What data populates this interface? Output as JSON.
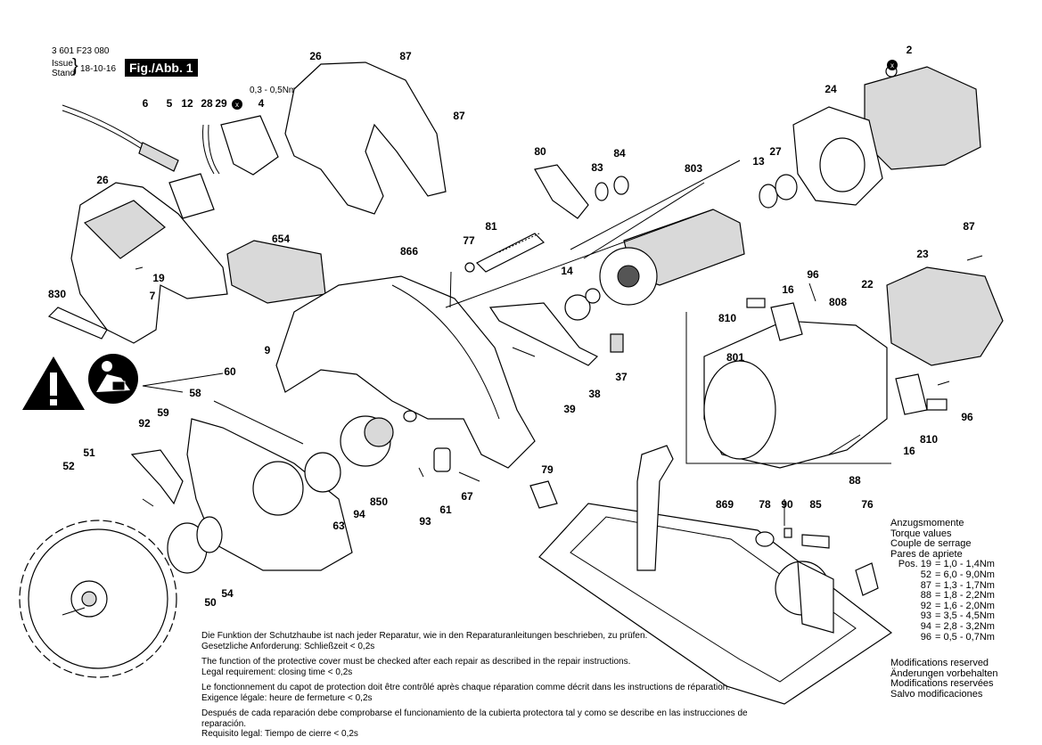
{
  "header": {
    "part_number": "3 601 F23 080",
    "issue_label": "Issue",
    "stand_label": "Stand",
    "issue_date": "18-10-16",
    "figure_label": "Fig./Abb. 1",
    "torque_small": "0,3 - 0,5Nm"
  },
  "labels": [
    {
      "id": "l2",
      "text": "2"
    },
    {
      "id": "l87a",
      "text": "87"
    },
    {
      "id": "l26a",
      "text": "26"
    },
    {
      "id": "l6",
      "text": "6"
    },
    {
      "id": "l5",
      "text": "5"
    },
    {
      "id": "l12",
      "text": "12"
    },
    {
      "id": "l28",
      "text": "28"
    },
    {
      "id": "l29",
      "text": "29"
    },
    {
      "id": "l4",
      "text": "4"
    },
    {
      "id": "l87b",
      "text": "87"
    },
    {
      "id": "l24",
      "text": "24"
    },
    {
      "id": "l80",
      "text": "80"
    },
    {
      "id": "l84",
      "text": "84"
    },
    {
      "id": "l83",
      "text": "83"
    },
    {
      "id": "l803",
      "text": "803"
    },
    {
      "id": "l13",
      "text": "13"
    },
    {
      "id": "l27",
      "text": "27"
    },
    {
      "id": "l26b",
      "text": "26"
    },
    {
      "id": "l654",
      "text": "654"
    },
    {
      "id": "l866",
      "text": "866"
    },
    {
      "id": "l81",
      "text": "81"
    },
    {
      "id": "l77",
      "text": "77"
    },
    {
      "id": "l87c",
      "text": "87"
    },
    {
      "id": "l19",
      "text": "19"
    },
    {
      "id": "l7",
      "text": "7"
    },
    {
      "id": "l830",
      "text": "830"
    },
    {
      "id": "l14",
      "text": "14"
    },
    {
      "id": "l23",
      "text": "23"
    },
    {
      "id": "l96a",
      "text": "96"
    },
    {
      "id": "l22",
      "text": "22"
    },
    {
      "id": "l16a",
      "text": "16"
    },
    {
      "id": "l808",
      "text": "808"
    },
    {
      "id": "l810a",
      "text": "810"
    },
    {
      "id": "l9",
      "text": "9"
    },
    {
      "id": "l60",
      "text": "60"
    },
    {
      "id": "l58",
      "text": "58"
    },
    {
      "id": "l801",
      "text": "801"
    },
    {
      "id": "l37",
      "text": "37"
    },
    {
      "id": "l38",
      "text": "38"
    },
    {
      "id": "l39",
      "text": "39"
    },
    {
      "id": "l92",
      "text": "92"
    },
    {
      "id": "l59",
      "text": "59"
    },
    {
      "id": "l96b",
      "text": "96"
    },
    {
      "id": "l810b",
      "text": "810"
    },
    {
      "id": "l16b",
      "text": "16"
    },
    {
      "id": "l51",
      "text": "51"
    },
    {
      "id": "l52",
      "text": "52"
    },
    {
      "id": "l79",
      "text": "79"
    },
    {
      "id": "l88",
      "text": "88"
    },
    {
      "id": "l850",
      "text": "850"
    },
    {
      "id": "l94",
      "text": "94"
    },
    {
      "id": "l63",
      "text": "63"
    },
    {
      "id": "l93",
      "text": "93"
    },
    {
      "id": "l61",
      "text": "61"
    },
    {
      "id": "l67",
      "text": "67"
    },
    {
      "id": "l869",
      "text": "869"
    },
    {
      "id": "l78",
      "text": "78"
    },
    {
      "id": "l90",
      "text": "90"
    },
    {
      "id": "l85",
      "text": "85"
    },
    {
      "id": "l76",
      "text": "76"
    },
    {
      "id": "l50",
      "text": "50"
    },
    {
      "id": "l54",
      "text": "54"
    }
  ],
  "torque": {
    "title_de": "Anzugsmomente",
    "title_en": "Torque values",
    "title_fr": "Couple de serrage",
    "title_es": "Pares de apriete",
    "rows": [
      {
        "pos": "Pos. 19",
        "val": "= 1,0 - 1,4Nm"
      },
      {
        "pos": "52",
        "val": "= 6,0 - 9,0Nm"
      },
      {
        "pos": "87",
        "val": "= 1,3 - 1,7Nm"
      },
      {
        "pos": "88",
        "val": "= 1,8 - 2,2Nm"
      },
      {
        "pos": "92",
        "val": "= 1,6 - 2,0Nm"
      },
      {
        "pos": "93",
        "val": "= 3,5 - 4,5Nm"
      },
      {
        "pos": "94",
        "val": "= 2,8 - 3,2Nm"
      },
      {
        "pos": "96",
        "val": "= 0,5 - 0,7Nm"
      }
    ]
  },
  "notes": {
    "de_1": "Die Funktion der Schutzhaube ist nach jeder Reparatur, wie in den Reparaturanleitungen beschrieben, zu prüfen.",
    "de_2": "Gesetzliche Anforderung: Schließzeit < 0,2s",
    "en_1": "The function of the protective cover must be checked after each repair as described in the repair instructions.",
    "en_2": "Legal requirement: closing time < 0,2s",
    "fr_1": "Le fonctionnement du capot de protection doit être contrôlé après chaque réparation comme décrit dans les instructions de réparation.",
    "fr_2": "Exigence légale: heure de fermeture < 0,2s",
    "es_1": "Después de cada reparación debe comprobarse el funcionamiento de la cubierta protectora tal y como se describe en las instrucciones de reparación.",
    "es_2": "Requisito legal: Tiempo de cierre < 0,2s"
  },
  "modifications": {
    "en": "Modifications reserved",
    "de": "Änderungen vorbehalten",
    "fr": "Modifications reservées",
    "es": "Salvo modificaciones"
  },
  "icons": [
    "warning-triangle-icon",
    "read-manual-icon",
    "x-marker-icon"
  ]
}
